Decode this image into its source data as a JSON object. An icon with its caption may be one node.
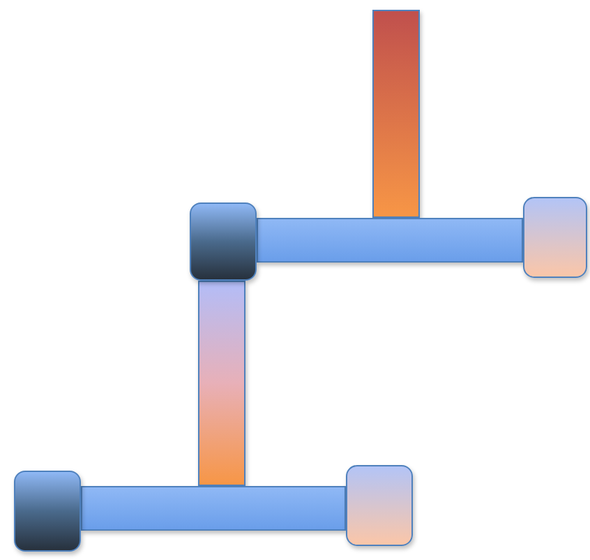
{
  "diagram": {
    "nodes": [
      {
        "text": [],
        "shape": "bar"
      },
      {
        "text": [],
        "shape": "box"
      },
      {
        "text": [],
        "shape": "bar"
      },
      {
        "text": [],
        "shape": "box"
      },
      {
        "text": [],
        "shape": "bar"
      },
      {
        "text": [],
        "shape": "box"
      },
      {
        "text": [],
        "shape": "bar"
      },
      {
        "text": [],
        "shape": "box"
      }
    ]
  }
}
